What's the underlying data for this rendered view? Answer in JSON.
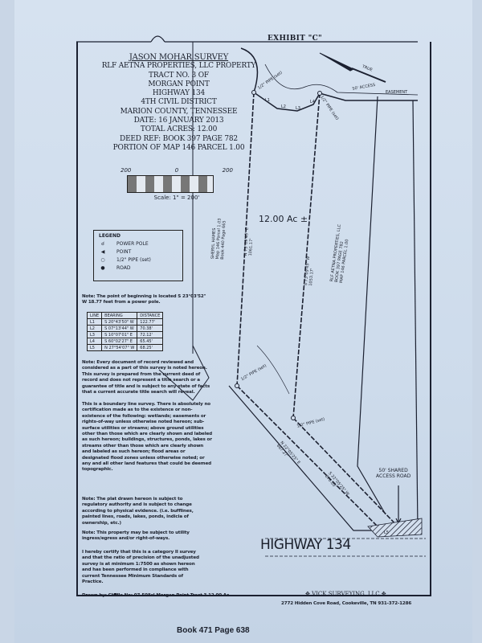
{
  "exhibit": "EXHIBIT \"C\"",
  "title_block": {
    "lines": [
      "JASON MOHAR SURVEY",
      "RLF AETNA PROPERTIES, LLC PROPERTY",
      "TRACT NO. 3 OF",
      "MORGAN POINT",
      "HIGHWAY 134",
      "4TH CIVIL DISTRICT",
      "MARION COUNTY, TENNESSEE",
      "DATE: 16 JANUARY 2013",
      "TOTAL ACRES: 12.00",
      "DEED REF: BOOK 397 PAGE 782",
      "PORTION OF MAP 146 PARCEL 1.00"
    ]
  },
  "scale": {
    "left": "200",
    "mid": "0",
    "right": "200",
    "caption": "Scale: 1\" = 200'"
  },
  "legend": {
    "title": "LEGEND",
    "items": [
      {
        "icon": "power-pole-icon",
        "symbol": "☌",
        "label": "POWER POLE"
      },
      {
        "icon": "point-icon",
        "symbol": "◀",
        "label": "POINT"
      },
      {
        "icon": "pipe-icon",
        "symbol": "○",
        "label": "1/2\" PIPE (set)"
      },
      {
        "icon": "road-icon",
        "symbol": "●",
        "label": "ROAD"
      }
    ]
  },
  "note_beginning": "Note: The point of beginning is located S 23°03'52\" W 18.77 feet from a power pole.",
  "line_table": {
    "headers": [
      "LINE",
      "BEARING",
      "DISTANCE"
    ],
    "rows": [
      [
        "L1",
        "S 20°43'50\" W",
        "122.77'"
      ],
      [
        "L2",
        "S 07°13'44\" W",
        "70.38'"
      ],
      [
        "L3",
        "S 10°07'01\" E",
        "72.12'"
      ],
      [
        "L4",
        "S 60°02'27\" E",
        "65.45'"
      ],
      [
        "L5",
        "N 27°54'07\" W",
        "68.25'"
      ]
    ]
  },
  "note_record": "Note: Every document of record reviewed and considered as a part of this survey is noted hereon. This survey is prepared from the current deed of record and does not represent a title search or a guarantee of title and is subject to any state of facts that a current accurate title search will reveal.",
  "note_boundary": "This is a boundary line survey. There is absolutely no certification made as to the existence or non-existence of the following: wetlands; easements or rights-of-way unless otherwise noted hereon; sub-surface utilities or streams; above ground utilities other than those which are clearly shown and labeled as such hereon; buildings, structures, ponds, lakes or streams other than those which are clearly shown and labeled as such hereon; flood areas or designated flood zones unless otherwise noted; or any and all other land features that could be deemed topographic.",
  "note_plat": "Note: The plat drawn hereon is subject to regulatory authority and is subject to change according to physical evidence. (i.e. bufflines, painted lines, roads, lakes, ponds, indicia of ownership, etc.)",
  "note_utility": "Note: This property may be subject to utility ingress/egress and/or right-of-ways.",
  "certify": "I hereby certify that this is a category II survey and that the ratio of precision of the unadjusted survey is at minimum 1:7500 as shown hereon and has been performed in compliance with current Tennessee Minimum Standards of Practice.",
  "drawn_by": "Drawn by: CHN",
  "file_no": "File No: 07-508cl Morgan Point Tract 3 12.00 Ac",
  "company": "VICK SURVEYING, LLC",
  "address": "2772 Hidden Cove Road, Cookeville, TN 931-372-1286",
  "map": {
    "acres": "12.00 Ac ±",
    "highway": "HIGHWAY 134",
    "access_easement": "50' ACCESS",
    "easement": "EASEMENT",
    "shared_road": [
      "50' SHARED",
      "ACCESS ROAD"
    ],
    "pipe_label": "1/2\" PIPE (set)",
    "line_labels": [
      "L1",
      "L2",
      "L3",
      "L4",
      "L5"
    ],
    "west_line": [
      "N 73°09'45\" E",
      "1061.17'"
    ],
    "east_line": [
      "S 73°09'45\" W",
      "1053.17'"
    ],
    "sw_line": [
      "N 22°05'25\" E",
      "687.27'"
    ],
    "se_line": [
      "S 22°05'25\" W",
      "676.05'"
    ],
    "west_owner": [
      "SHERYL HAMES",
      "Map 146 Parcel 1.03",
      "Book 440 Page 665"
    ],
    "east_owner": [
      "RLF AETNA PROPERTIES, LLC",
      "BOOK 397 PAGE 782",
      "MAP 146 PARCEL 1.00"
    ],
    "north_arrow": "TRUE"
  },
  "footer": "Book 471 Page 638",
  "colors": {
    "paper": "#d3dfee",
    "ink": "#1a1f2b"
  }
}
